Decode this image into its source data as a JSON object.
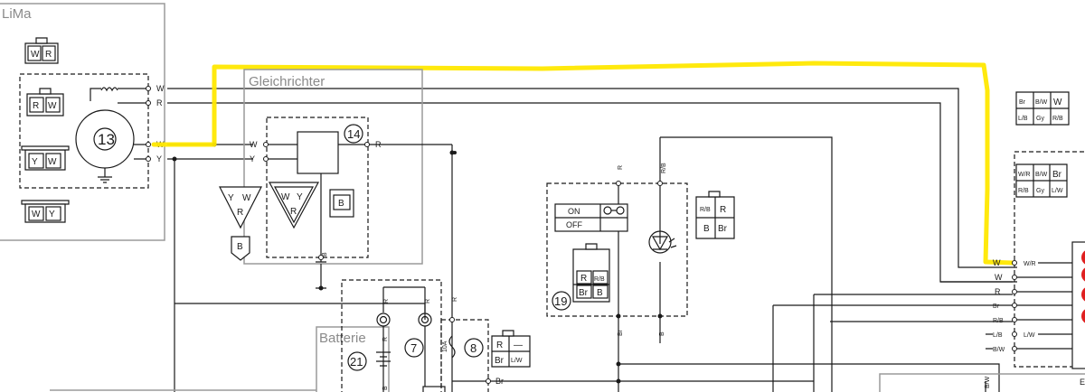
{
  "components": {
    "lima": {
      "label": "LiMa",
      "number": "13",
      "connector_top": [
        "W",
        "R"
      ],
      "connector_mid": [
        "R",
        "W"
      ],
      "connector_low": [
        "Y",
        "W"
      ],
      "connector_bottom": [
        "W",
        "Y"
      ],
      "pins": [
        "W",
        "R",
        "W",
        "Y"
      ]
    },
    "gleichrichter": {
      "label": "Gleichrichter",
      "number": "14",
      "inputs": [
        "W",
        "Y"
      ],
      "output": "R",
      "connector_tri": [
        "Y",
        "W",
        "R"
      ],
      "connector_tri2": [
        "W",
        "Y",
        "R"
      ],
      "connector_b": "B",
      "bottom_label": "B",
      "left_b": "B"
    },
    "batterie": {
      "label": "Batterie",
      "number": "21",
      "wire_top_left": "R",
      "wire_top_right": "R",
      "wire_mid": "R",
      "wire_bottom": "B"
    },
    "fuse": {
      "number": "7",
      "wire_r": "R"
    },
    "main_fuse": {
      "number": "8",
      "rating": "10A",
      "wire_top": "R",
      "wire_bottom": "Br",
      "connector": [
        "R",
        "—",
        "Br",
        "L/W"
      ]
    },
    "switch": {
      "number": "19",
      "state_on": "ON",
      "state_off": "OFF",
      "wire_r": "R",
      "wire_rb": "R/B",
      "wire_br": "Br",
      "wire_b": "B",
      "connector": [
        "R",
        "R/B",
        "Br",
        "B"
      ],
      "connector_right": [
        "R/B",
        "R",
        "B",
        "Br"
      ]
    },
    "right_connector_top": [
      "Br",
      "B/W",
      "W",
      "L/B",
      "Gy",
      "R/B"
    ],
    "right_connector_mid": [
      "W/R",
      "B/W",
      "Br",
      "R/B",
      "Gy",
      "L/W"
    ],
    "right_wires": [
      "W",
      "W/R",
      "W",
      "R",
      "Br",
      "R/B",
      "L/B",
      "L/W",
      "B/W"
    ],
    "bottom_label": "B/W",
    "edge_letter": "E"
  },
  "colors": {
    "highlight": "#ffe800",
    "red": "#e02020"
  }
}
